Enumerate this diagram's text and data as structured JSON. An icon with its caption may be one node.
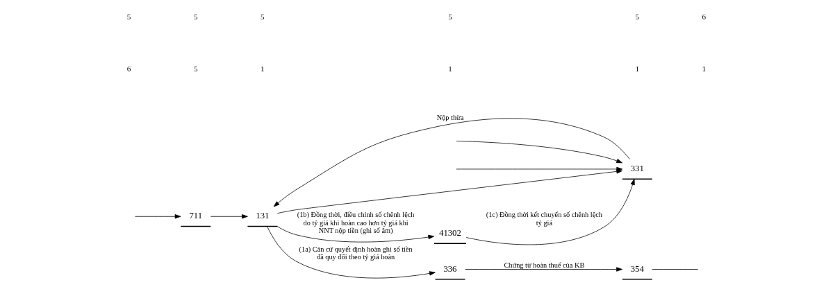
{
  "diagram": {
    "nodes": [
      {
        "text": [
          "711"
        ]
      },
      {
        "text": [
          "131"
        ]
      },
      {
        "text": [
          "331"
        ]
      },
      {
        "text": [
          "354"
        ]
      },
      {
        "text": [
          "336"
        ]
      },
      {
        "text": [
          "41302"
        ]
      }
    ],
    "edges": [
      {
        "from": null,
        "to": 0,
        "arrow": "to"
      },
      {
        "from": 0,
        "to": 1,
        "arrow": "to"
      },
      {
        "from": 1,
        "to": 2,
        "arrow": "to"
      },
      {
        "from": null,
        "to": 2,
        "arrow": "to"
      },
      {
        "from": 2,
        "to": 1,
        "arrow": "to",
        "label": "Nộp thừa"
      },
      {
        "from": null,
        "to": 2,
        "arrow": "to"
      },
      {
        "from": 1,
        "to": 4,
        "arrow": "to",
        "label": "(1a) Căn cứ quyết định hoàn ghi số tiền đã quy đổi theo tỷ giá hoàn"
      },
      {
        "from": 4,
        "to": 3,
        "arrow": "to",
        "label": "Chứng từ hoàn thuế của KB"
      },
      {
        "from": 3,
        "to": null,
        "arrow": "none"
      },
      {
        "from": 1,
        "to": 5,
        "arrow": "to",
        "label": "(1b) Đồng thời, điều chỉnh số chênh lệch do tỷ giá khi hoàn cao hơn tỷ giá khi NNT nộp tiền (ghi số âm)"
      },
      {
        "from": 5,
        "to": 2,
        "arrow": "to",
        "label": "(1c) Đồng thời kết chuyển số chênh lệch tỷ giá"
      }
    ],
    "labels": [
      "5",
      "5",
      "5",
      "5",
      "5",
      "6",
      "6",
      "5",
      "1",
      "1",
      "1",
      "1"
    ]
  }
}
